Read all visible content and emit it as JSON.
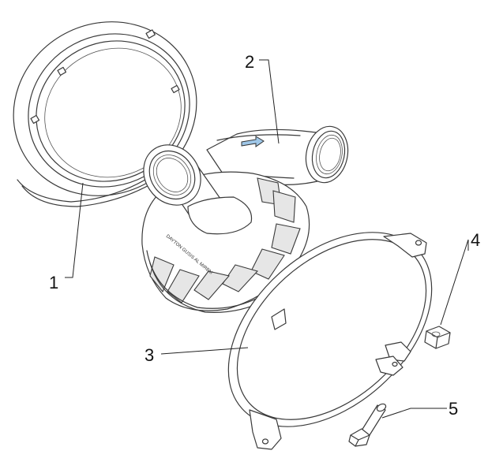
{
  "callouts": {
    "c1": "1",
    "c2": "2",
    "c3": "3",
    "c4": "4",
    "c5": "5"
  },
  "housing_text": "DAYTON   GUSIS  AL  MIRBM",
  "colors": {
    "line": "#3a3a3a",
    "flow_arrow": "#9fc7e8"
  }
}
